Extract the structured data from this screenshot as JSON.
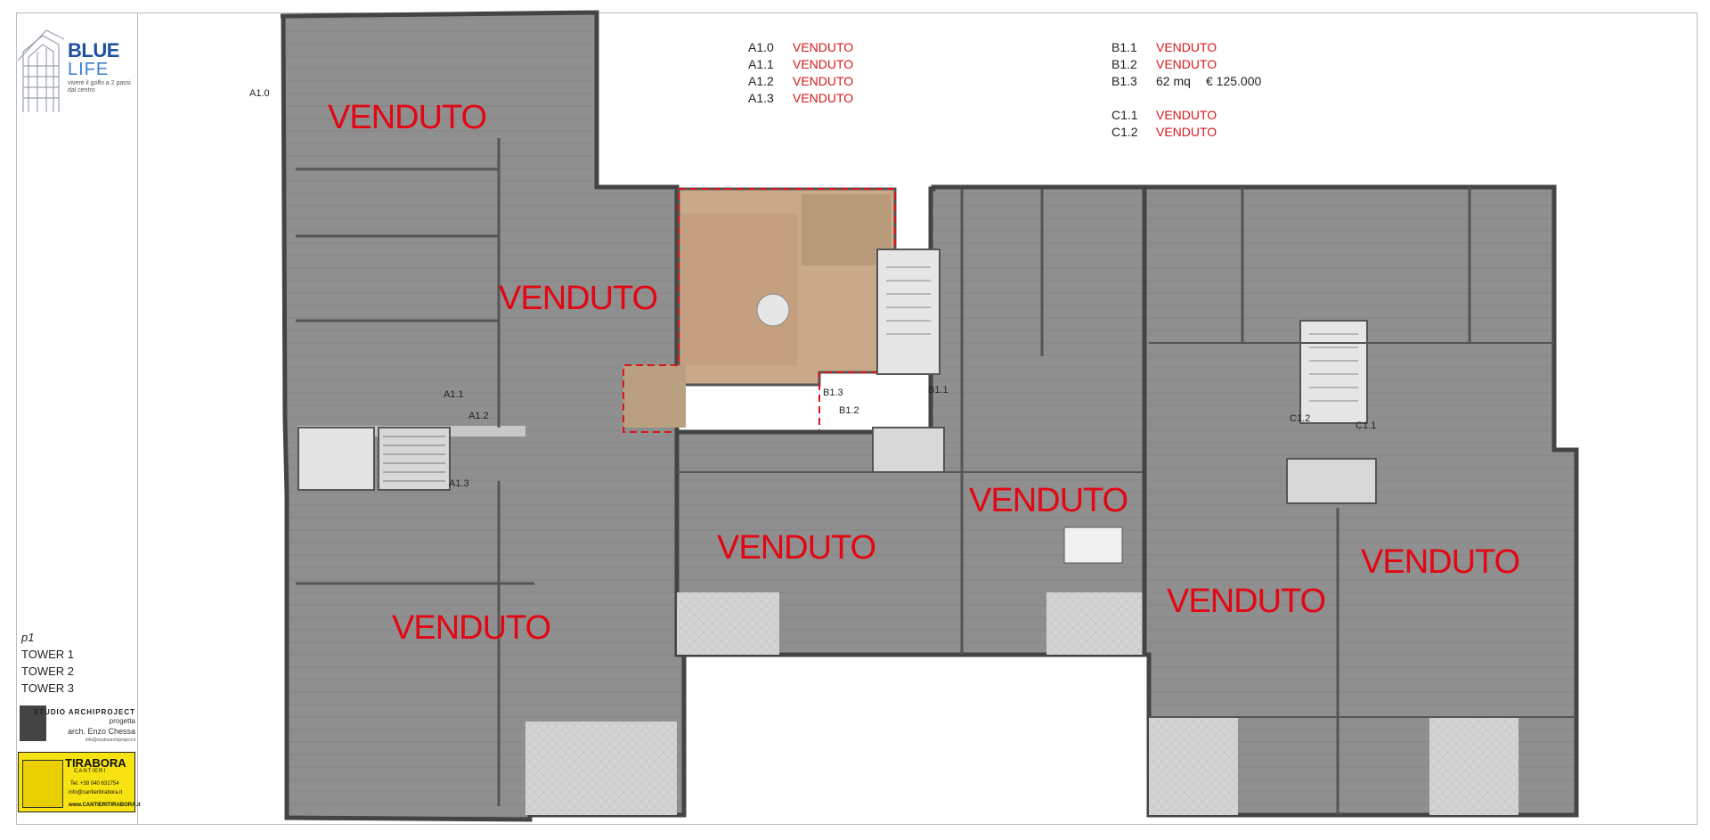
{
  "logo": {
    "line1": "BLUE",
    "line2": "LIFE",
    "tagline": "vivere il golfo a 2 passi dal centro",
    "brand_color": "#1f4fa3"
  },
  "floor": {
    "level": "p1",
    "towers": [
      "TOWER 1",
      "TOWER 2",
      "TOWER 3"
    ]
  },
  "studio": {
    "name": "STUDIO ARCHIPROJECT",
    "sub": "progetta",
    "architect": "arch. Enzo Chessa",
    "email": "info@studioarchiproject.it"
  },
  "builder": {
    "name": "TIRABORA",
    "sub": "CANTIERI",
    "tel": "Tel. +39 040 631754",
    "email": "info@cantieritirabora.it",
    "url": "www.CANTIERITIRABORA.it",
    "color": "#f6e311"
  },
  "legend": {
    "col_a": [
      {
        "unit": "A1.0",
        "status": "VENDUTO"
      },
      {
        "unit": "A1.1",
        "status": "VENDUTO"
      },
      {
        "unit": "A1.2",
        "status": "VENDUTO"
      },
      {
        "unit": "A1.3",
        "status": "VENDUTO"
      }
    ],
    "col_b": [
      {
        "unit": "B1.1",
        "status": "VENDUTO"
      },
      {
        "unit": "B1.2",
        "status": "VENDUTO"
      },
      {
        "unit": "B1.3",
        "size": "62 mq",
        "price": "€ 125.000"
      }
    ],
    "col_c": [
      {
        "unit": "C1.1",
        "status": "VENDUTO"
      },
      {
        "unit": "C1.2",
        "status": "VENDUTO"
      }
    ],
    "sold_color": "#e30613"
  },
  "plan": {
    "sold_label": "VENDUTO",
    "unit_tags": [
      "A1.0",
      "A1.1",
      "A1.2",
      "A1.3",
      "B1.3",
      "B1.2",
      "B1.1",
      "C1.2",
      "C1.1"
    ],
    "highlight_unit": "B1.3",
    "highlight_color": "#c9a98a"
  }
}
